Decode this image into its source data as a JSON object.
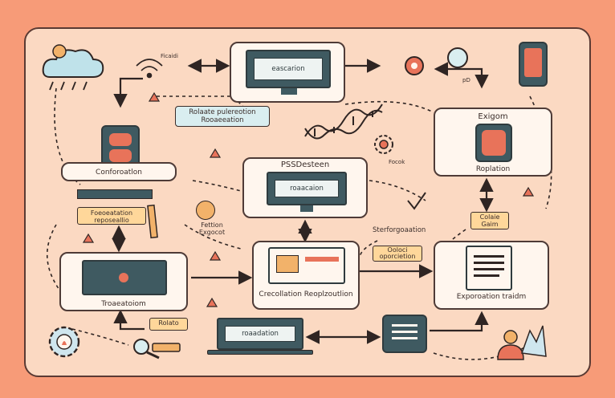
{
  "colors": {
    "background": "#f79b78",
    "panel": "#fbd9c2",
    "card": "#fff6ee",
    "screen": "#3f5a61",
    "accent": "#e8735a",
    "tag": "#d9eef0",
    "note": "#ffd79a"
  },
  "labels": {
    "top_screen": "eascarion",
    "tag_top": "Rolaate pulereotion Rooaeeation",
    "tiny_top": "Ficaidi",
    "tiny_top2": "pD",
    "left_card": "Conforoatlon",
    "left_note": "Foeoeatation reposeallio",
    "small_item": "Fettion Exgocot",
    "center_title": "PSSDesteen",
    "center_screen": "roaacaion",
    "center_tiny": "Focok",
    "right_title": "Exigom",
    "right_caption": "Roplation",
    "right_note": "Colaie Gaim",
    "mid_right_text": "Sterforgoaation",
    "mid_right_note": "Ooloci oporcietion",
    "bl_card": "Troaeatoiom",
    "bc_card": "Crecollation Reoplzoutlion",
    "br_card": "Exporoation traidm",
    "laptop_screen": "roaadation",
    "bottom_note": "Rolato"
  },
  "icons": [
    "cloud-rain-icon",
    "wifi-icon",
    "dna-icon",
    "gear-icon",
    "magnifier-icon",
    "person-icon",
    "alert-icon",
    "checkmark-icon",
    "pencil-icon"
  ]
}
